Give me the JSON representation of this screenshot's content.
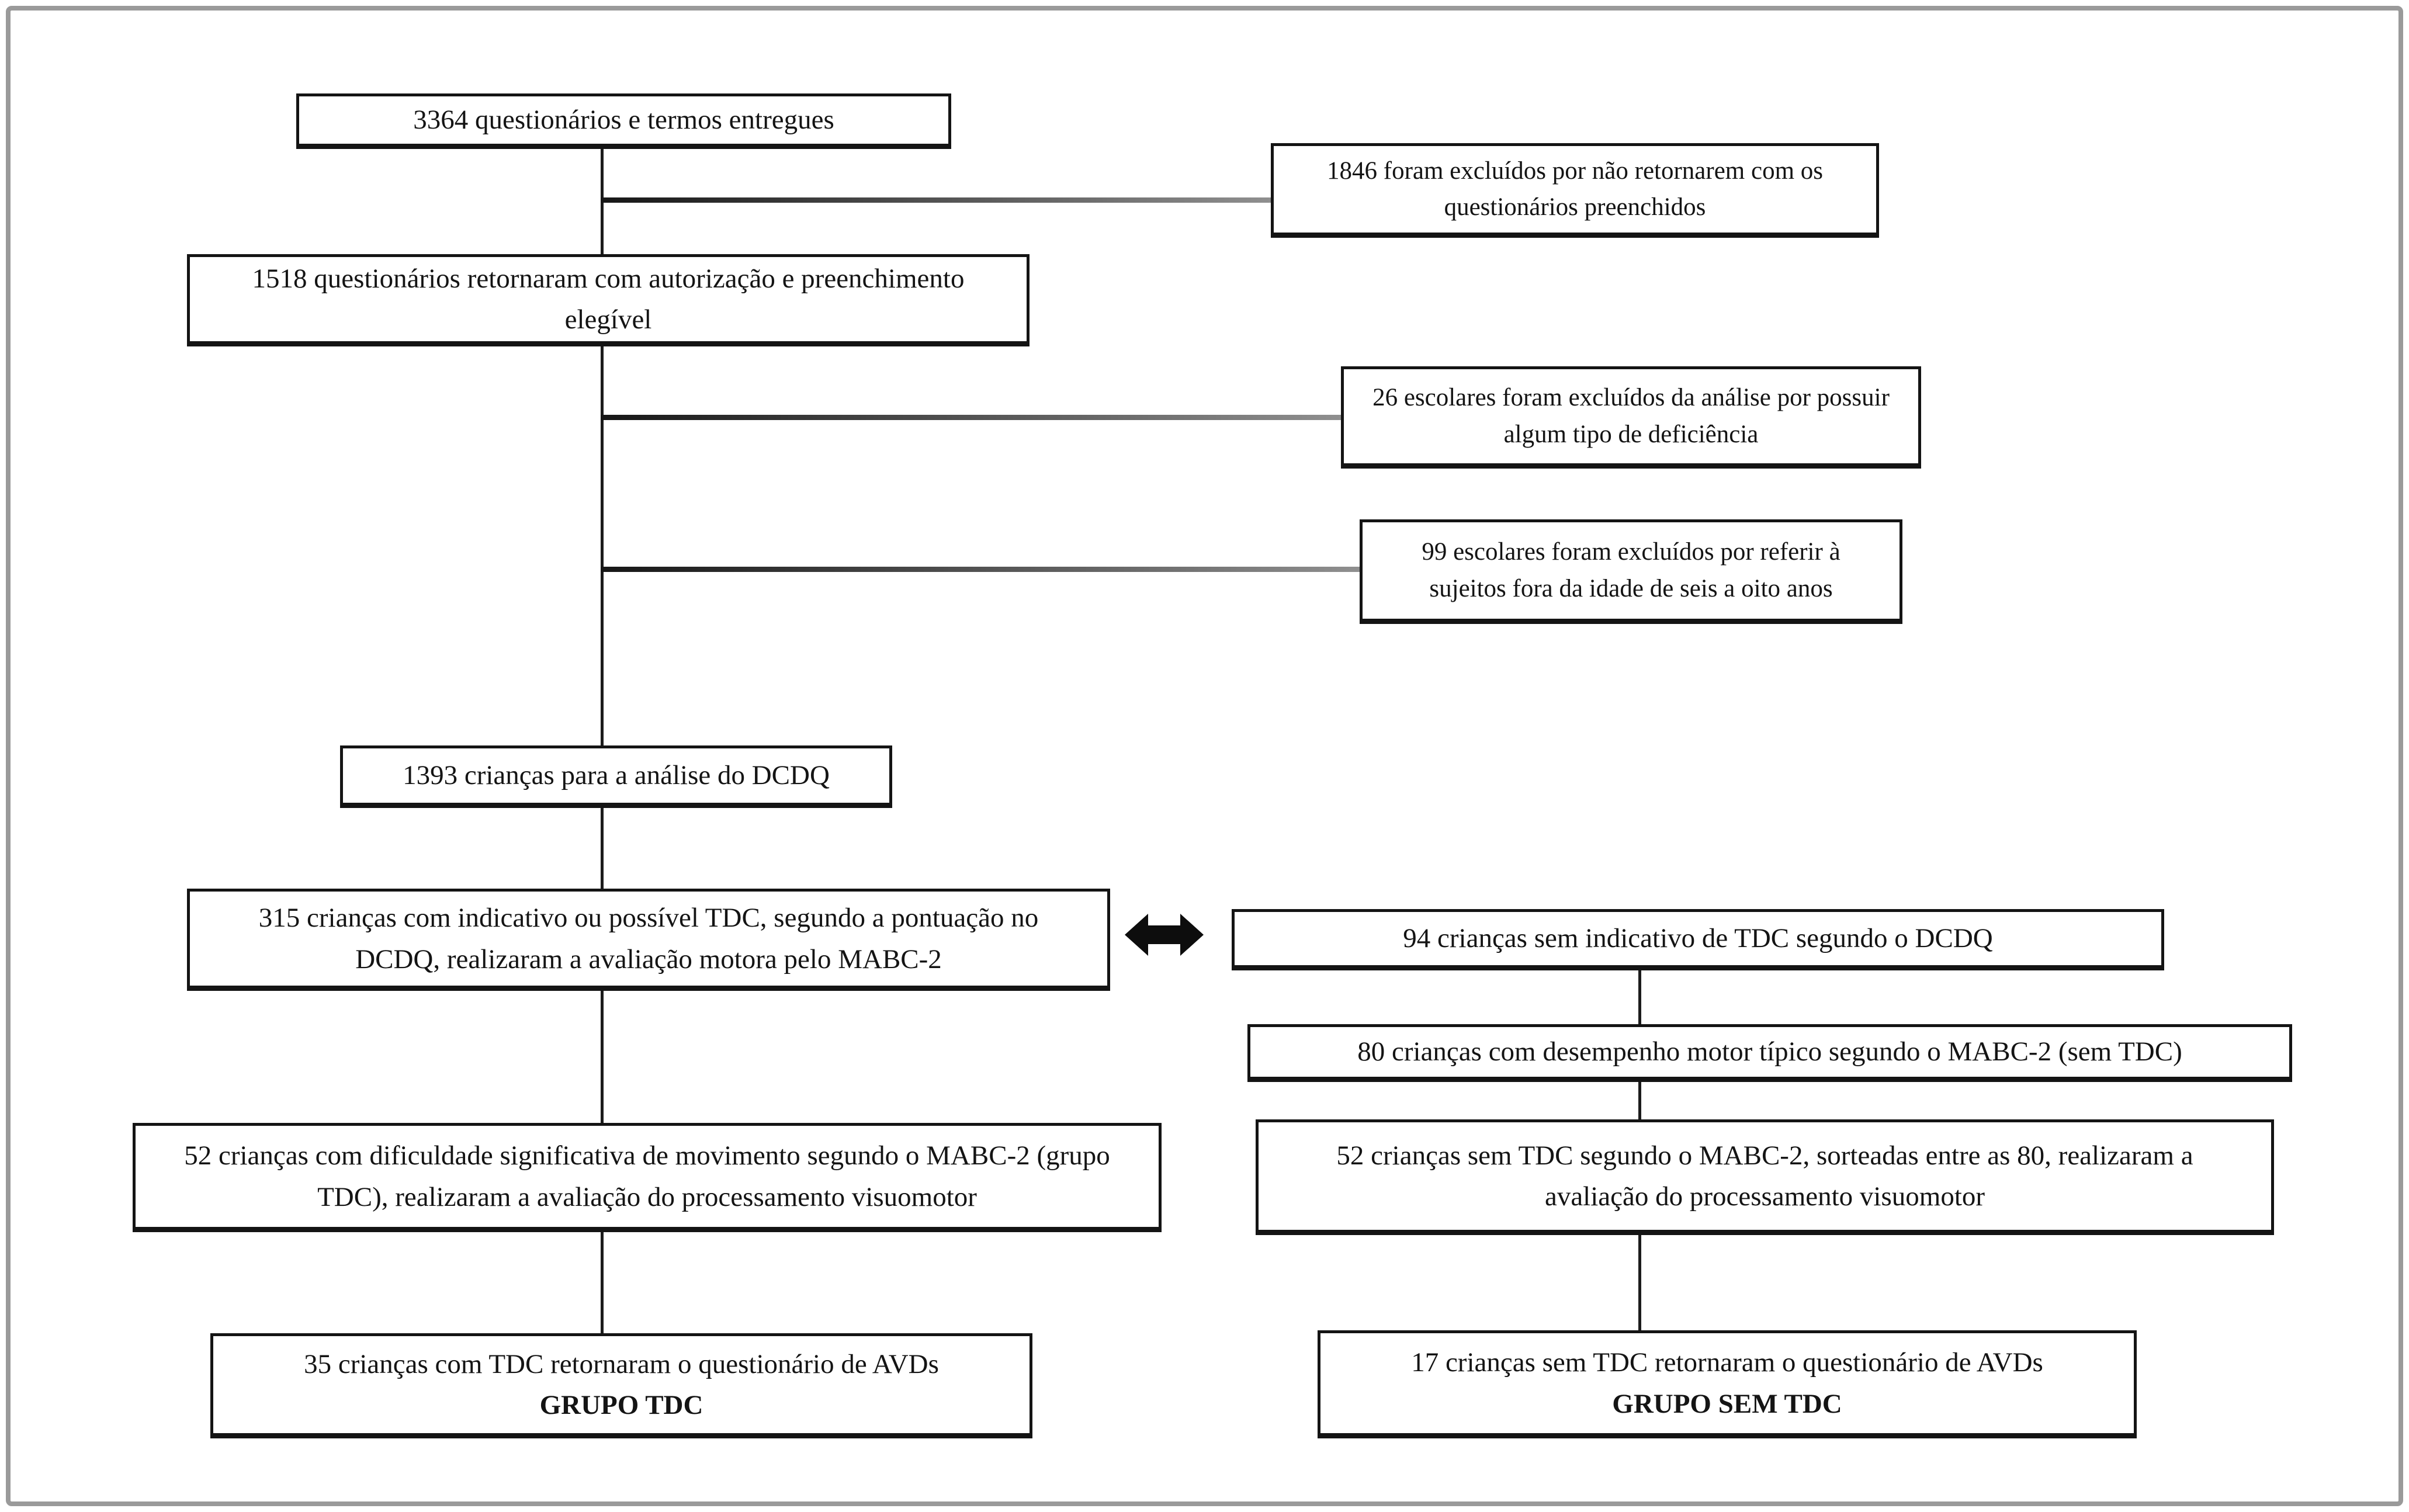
{
  "diagram": {
    "type": "flowchart",
    "language": "pt-BR",
    "colors": {
      "background": "#ffffff",
      "box_border": "#141414",
      "text": "#141414",
      "connector_line": "#1c1c1c",
      "branch_line_start": "#161616",
      "branch_line_end": "#8f8f8f",
      "frame_border": "#9a9a9a",
      "arrow": "#0d0d0d"
    },
    "boxes": {
      "delivered": {
        "text": "3364 questionários e termos entregues"
      },
      "excluded_no_return": {
        "text": "1846 foram excluídos por não retornarem com os questionários preenchidos"
      },
      "returned_eligible": {
        "text": "1518 questionários retornaram com autorização e preenchimento elegível"
      },
      "excluded_disability": {
        "text": "26 escolares foram excluídos da análise por possuir algum tipo de deficiência"
      },
      "excluded_age": {
        "text": "99 escolares foram excluídos por referir à sujeitos fora da idade de seis a oito anos"
      },
      "dcdq_analysis": {
        "text": "1393 crianças para a análise do DCDQ"
      },
      "possible_tdc": {
        "text": "315 crianças com indicativo ou possível TDC, segundo a pontuação no DCDQ, realizaram a avaliação motora pelo MABC-2"
      },
      "no_tdc_dcdq": {
        "text": "94 crianças sem indicativo de TDC segundo o DCDQ"
      },
      "typical_motor": {
        "text": "80 crianças com desempenho motor típico segundo o MABC-2 (sem TDC)"
      },
      "tdc_group_eval": {
        "text": "52 crianças com dificuldade significativa de movimento segundo o MABC-2 (grupo TDC), realizaram a avaliação do processamento visuomotor"
      },
      "no_tdc_sorted_eval": {
        "text": "52 crianças sem TDC segundo o MABC-2, sorteadas entre as 80, realizaram a avaliação do processamento visuomotor"
      },
      "tdc_final": {
        "text": "35 crianças com TDC retornaram o questionário de AVDs",
        "group_label": "GRUPO TDC"
      },
      "no_tdc_final": {
        "text": "17 crianças sem TDC retornaram o questionário de AVDs",
        "group_label": "GRUPO SEM TDC"
      }
    }
  }
}
